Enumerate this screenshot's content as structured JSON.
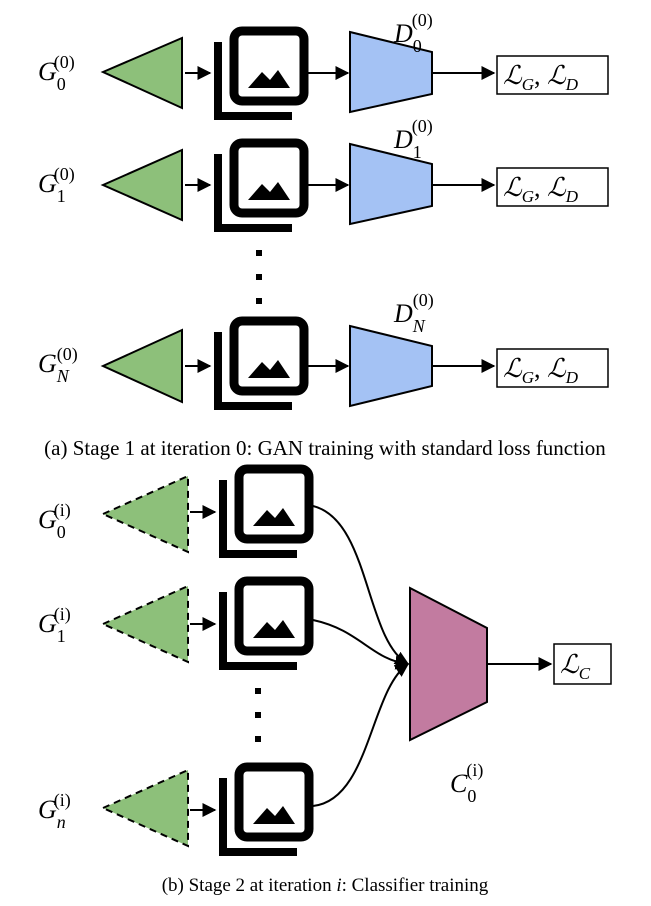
{
  "colors": {
    "generator_fill": "#8dc07a",
    "discriminator_fill": "#a4c2f4",
    "classifier_fill": "#c27ba0",
    "stroke": "#000000"
  },
  "icons": {
    "image_stack": "image-stack-icon"
  },
  "stage1": {
    "caption": "(a) Stage 1 at iteration 0: GAN training with standard loss function",
    "rows": [
      {
        "gen_base": "G",
        "gen_sub": "0",
        "gen_sup": "(0)",
        "disc_base": "D",
        "disc_sub": "0",
        "disc_sup": "(0)",
        "loss_a": "ℒ",
        "loss_a_sub": "G",
        "loss_sep": ", ",
        "loss_b": "ℒ",
        "loss_b_sub": "D"
      },
      {
        "gen_base": "G",
        "gen_sub": "1",
        "gen_sup": "(0)",
        "disc_base": "D",
        "disc_sub": "1",
        "disc_sup": "(0)",
        "loss_a": "ℒ",
        "loss_a_sub": "G",
        "loss_sep": ", ",
        "loss_b": "ℒ",
        "loss_b_sub": "D"
      },
      {
        "gen_base": "G",
        "gen_sub": "N",
        "gen_sup": "(0)",
        "disc_base": "D",
        "disc_sub": "N",
        "disc_sup": "(0)",
        "loss_a": "ℒ",
        "loss_a_sub": "G",
        "loss_sep": ", ",
        "loss_b": "ℒ",
        "loss_b_sub": "D"
      }
    ]
  },
  "stage2": {
    "caption_prefix": "(b) Stage 2 at iteration ",
    "caption_var": "i",
    "caption_suffix": ": Classifier training",
    "rows": [
      {
        "gen_base": "G",
        "gen_sub": "0",
        "gen_sup": "(i)"
      },
      {
        "gen_base": "G",
        "gen_sub": "1",
        "gen_sup": "(i)"
      },
      {
        "gen_base": "G",
        "gen_sub": "n",
        "gen_sup": "(i)"
      }
    ],
    "classifier": {
      "base": "C",
      "sub": "0",
      "sup": "(i)"
    },
    "loss": {
      "symbol": "ℒ",
      "sub": "C"
    }
  }
}
